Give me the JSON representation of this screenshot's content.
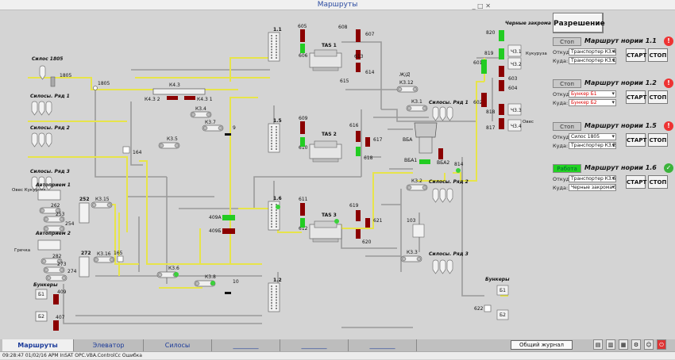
{
  "window": {
    "title": "Маршруты",
    "buttons": "_ □ ✕"
  },
  "permission_button": "Разрешение",
  "routes": [
    {
      "status": "Стоп",
      "status_type": "stop",
      "title": "Маршрут нории 1.1",
      "indicator": "alarm",
      "from_label": "Откуда:",
      "from": "Транспортер К3.4",
      "from_red": false,
      "to_label": "Куда:",
      "to": "Транспортер К3.1",
      "to_red": false,
      "start": "СТАРТ",
      "stop": "СТОП"
    },
    {
      "status": "Стоп",
      "status_type": "stop",
      "title": "Маршрут нории 1.2",
      "indicator": "alarm",
      "from_label": "Откуда:",
      "from": "Бункер Б1",
      "from_red": true,
      "to_label": "Куда:",
      "to": "Бункер Б2",
      "to_red": true,
      "start": "СТАРТ",
      "stop": "СТОП"
    },
    {
      "status": "Стоп",
      "status_type": "stop",
      "title": "Маршрут нории 1.5",
      "indicator": "alarm",
      "from_label": "Откуда:",
      "from": "Силос 1805",
      "from_red": false,
      "to_label": "Куда:",
      "to": "Транспортер К3.2",
      "to_red": false,
      "start": "СТАРТ",
      "stop": "СТОП"
    },
    {
      "status": "Работа",
      "status_type": "run",
      "title": "Маршрут нории 1.6",
      "indicator": "ok",
      "from_label": "Откуда:",
      "from": "Транспортер К3.6",
      "from_red": false,
      "to_label": "Куда:",
      "to": "Черные закрома 1",
      "to_red": false,
      "start": "СТАРТ",
      "stop": "СТОП"
    }
  ],
  "scheme": {
    "silos_1805": "Силос 1805",
    "silos_row1": "Силосы. Ряд 1",
    "silos_row2": "Силосы. Ряд 2",
    "silos_row3": "Силосы. Ряд 3",
    "auto1": "Автоприем 1",
    "auto2": "Автоприем 2",
    "oats_corn": "Овес Кукуруза",
    "buckwheat": "Гречка",
    "bunkers": "Бункеры",
    "b1": "Б1",
    "b2": "Б2",
    "n1805": "1805",
    "k43": "К4.3",
    "k432": "К4.3 2",
    "k431": "К4.3 1",
    "k34": "К3.4",
    "k37": "К3.7",
    "n9": "9",
    "k35": "К3.5",
    "n164": "164",
    "n262": "262",
    "n253": "253",
    "n254": "254",
    "n252": "252",
    "k315": "К3.15",
    "n282": "282",
    "n273": "273",
    "n274": "274",
    "n272": "272",
    "k316": "К3.16",
    "n165": "165",
    "k36": "К3.6",
    "k38": "К3.8",
    "n10": "10",
    "n409": "409",
    "n407": "407",
    "n409a": "409А",
    "n409b": "409Б",
    "e11": "1.1",
    "e15": "1.5",
    "e16": "1.6",
    "e12": "1.2",
    "n605": "605",
    "n606": "606",
    "n608": "608",
    "n607": "607",
    "n613": "613",
    "n614": "614",
    "n615": "615",
    "tas1": "TAS 1",
    "n609": "609",
    "n610": "610",
    "n616": "616",
    "n617": "617",
    "n618": "618",
    "tas2": "TAS 2",
    "n611": "611",
    "n612": "612",
    "n619": "619",
    "n621": "621",
    "n620": "620",
    "tas3": "TAS 3",
    "zhd": "Ж/Д",
    "k312": "К3.12",
    "k31": "К3.1",
    "vba": "ВБА",
    "vba1": "ВБА1",
    "vba2": "ВБА2",
    "n814": "814",
    "k32": "К3.2",
    "n103": "103",
    "k33": "К3.3",
    "black_bins": "Черные закрома",
    "corn": "Кукуруза",
    "oats": "Овес",
    "n820": "820",
    "n819": "819",
    "n601": "601",
    "n603": "603",
    "n604": "604",
    "n602": "602",
    "n818": "818",
    "n817": "817",
    "ch31": "Ч3.1",
    "ch32": "Ч3.2",
    "ch33": "Ч3.3",
    "ch34": "Ч3.4",
    "bunkers2": "Бункеры",
    "n622": "622",
    "b1b": "Б1",
    "b2b": "Б2"
  },
  "tabs": [
    "Маршруты",
    "Элеватор",
    "Силосы",
    "________",
    "________",
    "________"
  ],
  "journal": "Общий журнал",
  "status_bar": "09:28:47 01/02/16 APM InSAT OPC.VBA.ControlCc Ошибка"
}
